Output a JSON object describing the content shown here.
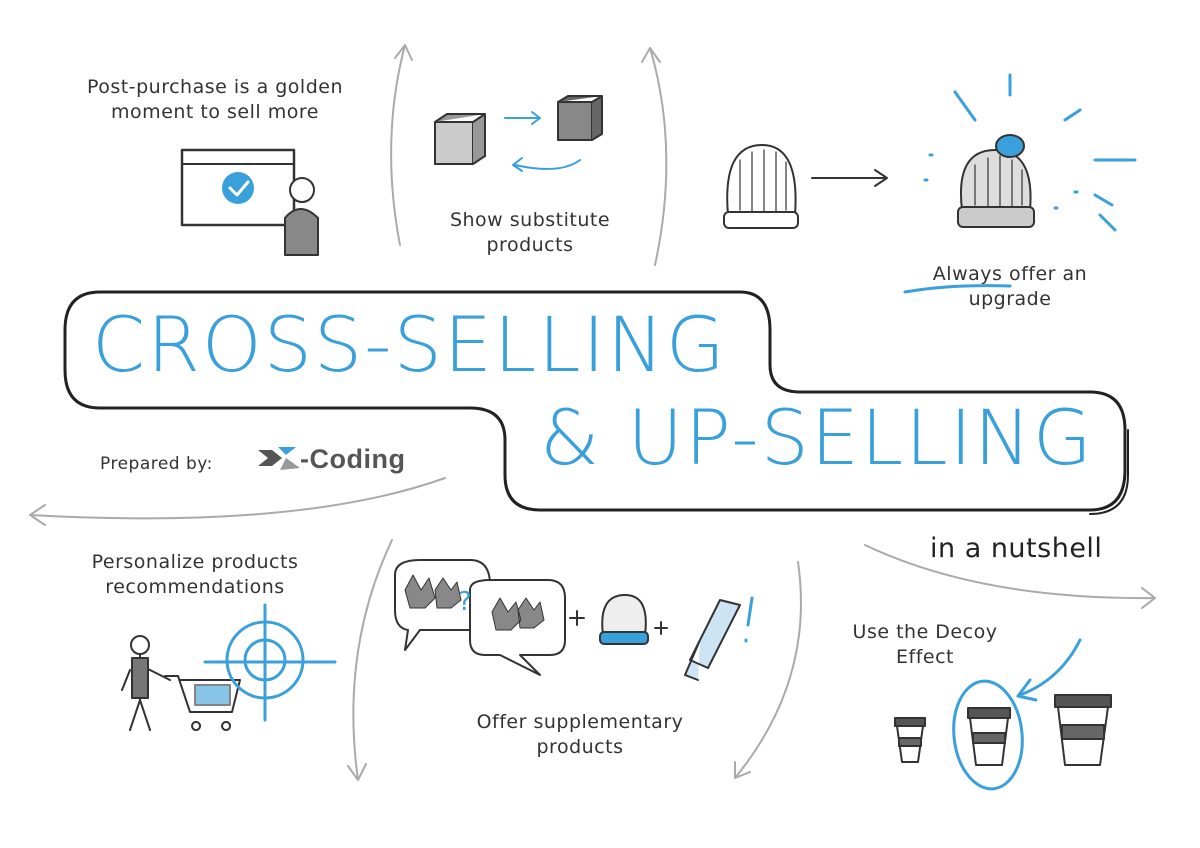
{
  "title": {
    "line1": "CROSS-SELLING",
    "line2": "& UP-SELLING",
    "subtitle": "in a nutshell"
  },
  "credit": {
    "prepared_by": "Prepared by:",
    "logo_text": "-Coding"
  },
  "tips": {
    "post_purchase": "Post-purchase is a golden moment to sell more",
    "substitute": "Show substitute products",
    "upgrade_underlined": "Always",
    "upgrade_rest": " offer an upgrade",
    "personalize": "Personalize products recommendations",
    "supplementary": "Offer supplementary products",
    "decoy": "Use the Decoy Effect"
  },
  "colors": {
    "accent": "#3aa0dc",
    "ink": "#333333",
    "gray": "#9a9a9a"
  }
}
